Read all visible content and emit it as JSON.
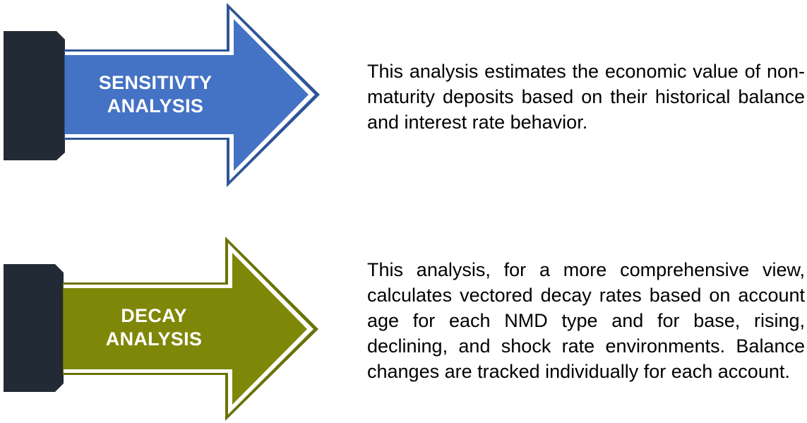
{
  "items": [
    {
      "id": "sensitivity",
      "label_line1": "SENSITIVTY",
      "label_line2": "ANALYSIS",
      "description": "This analysis estimates the economic value of non-maturity deposits based on their historical balance and interest rate behavior.",
      "arrow_color": "#4472C4",
      "arrow_border_color": "#2F5597",
      "block_color": "#222A35"
    },
    {
      "id": "decay",
      "label_line1": "DECAY",
      "label_line2": "ANALYSIS",
      "description": "This analysis, for a more comprehensive view, calculates vectored decay rates based on account age for each NMD type and for base, rising, declining, and shock rate environments. Balance changes are tracked individually for each account.",
      "arrow_color": "#7F8709",
      "arrow_border_color": "#6B7205",
      "block_color": "#222A35"
    }
  ]
}
